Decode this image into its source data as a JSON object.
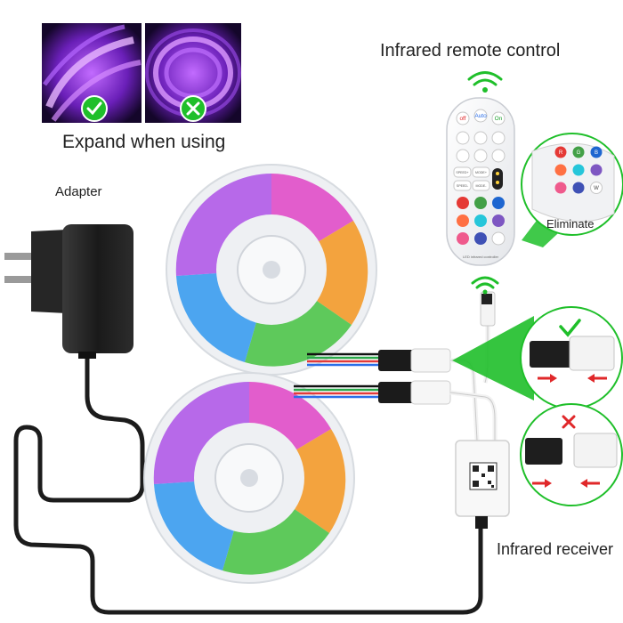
{
  "labels": {
    "expand_when_using": "Expand when using",
    "adapter": "Adapter",
    "remote_title": "Infrared remote control",
    "eliminate": "Eliminate",
    "receiver": "Infrared receiver"
  },
  "remote": {
    "top_buttons": [
      "off",
      "Auto",
      "On"
    ],
    "side_buttons": [
      "SPEED+",
      "MODE+",
      "SPEED-",
      "MODE-"
    ],
    "color_buttons": [
      "R",
      "G",
      "B",
      "W"
    ],
    "footer": "LED infrared controller"
  },
  "colors": {
    "accent_green": "#1fbf2a",
    "wrong_red": "#e0282a",
    "uv_purple": "#8a2be2"
  }
}
